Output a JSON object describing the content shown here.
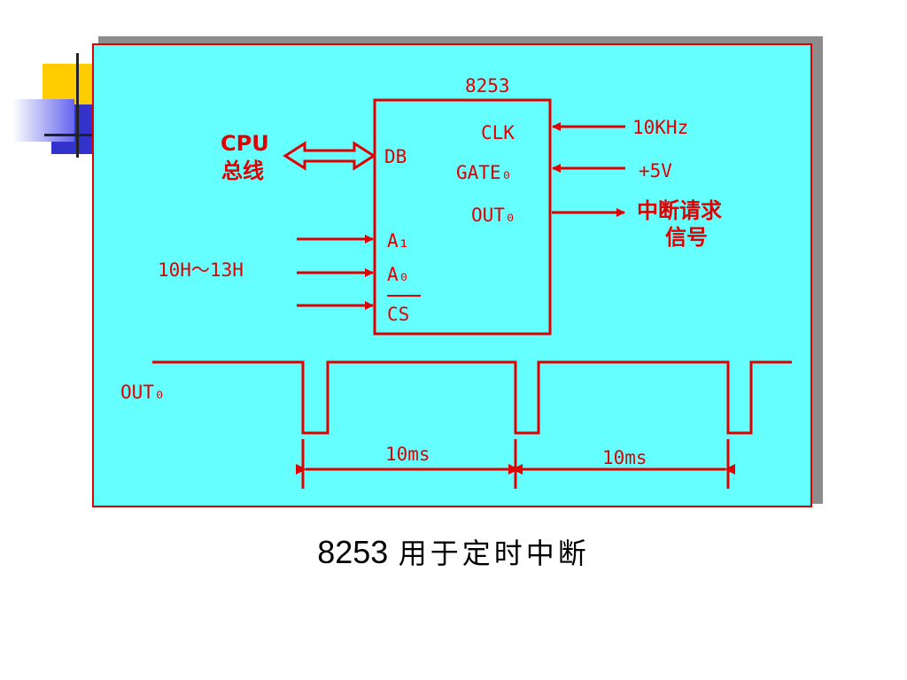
{
  "chip": {
    "name": "8253",
    "pins_right": [
      "CLK",
      "GATE₀",
      "OUT₀"
    ],
    "pins_left": [
      "DB",
      "A₁",
      "A₀",
      "CS"
    ]
  },
  "signals": {
    "cpu_bus_line1": "CPU",
    "cpu_bus_line2": "总线",
    "clk_in": "10KHz",
    "gate_in": "+5V",
    "interrupt_line1": "中断请求",
    "interrupt_line2": "信号",
    "address": "10H～13H"
  },
  "waveform": {
    "label": "OUT₀",
    "period_labels": [
      "10ms",
      "10ms"
    ]
  },
  "caption": {
    "number": "8253",
    "text": "用于定时中断"
  },
  "colors": {
    "panel": "#66ffff",
    "line": "#e00000",
    "deco_yellow": "#ffcc00",
    "deco_blue": "#3333cc"
  }
}
